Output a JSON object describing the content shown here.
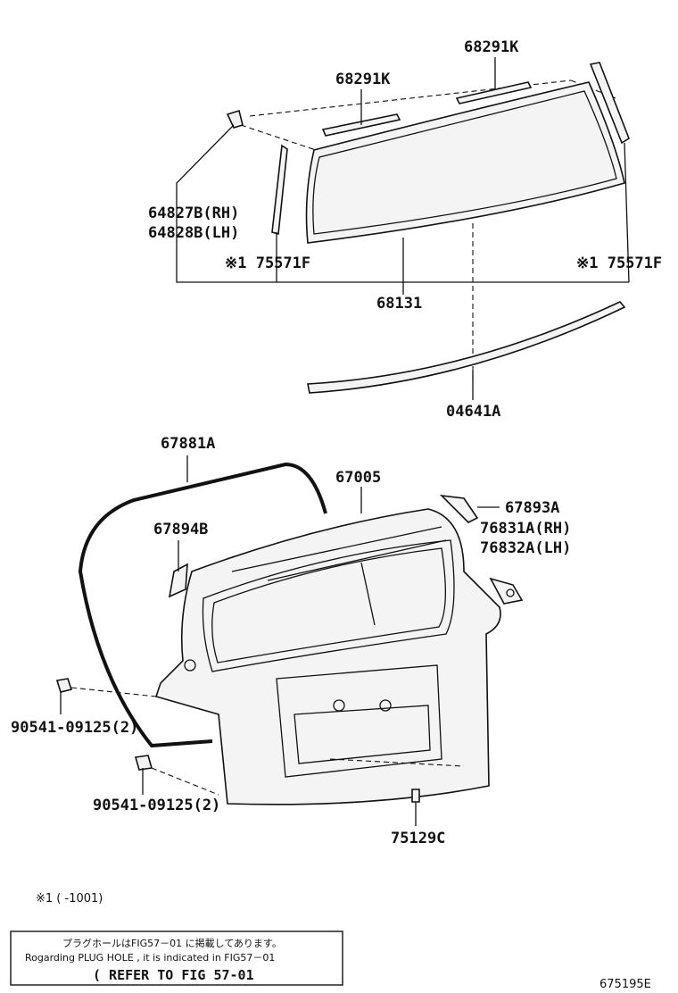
{
  "labels": {
    "p68291k_a": "68291K",
    "p68291k_b": "68291K",
    "p64827b": "64827B(RH)",
    "p64828b": "64828B(LH)",
    "p75571f_l": "※1 75571F",
    "p75571f_r": "※1 75571F",
    "p68131": "68131",
    "p04641a": "04641A",
    "p67881a": "67881A",
    "p67005": "67005",
    "p67893a": "67893A",
    "p67894b": "67894B",
    "p76831a": "76831A(RH)",
    "p76832a": "76832A(LH)",
    "p90541_a": "90541-09125(2)",
    "p90541_b": "90541-09125(2)",
    "p75129c": "75129C"
  },
  "footnote": "※1 (   -1001)",
  "notice": {
    "line1": "プラグホールはFIG57－01 に掲載してあります。",
    "line2": "Rogarding PLUG HOLE , it is indicated in FIG57－01",
    "line3": "( REFER TO FIG 57-01"
  },
  "figure_id": "675195E"
}
